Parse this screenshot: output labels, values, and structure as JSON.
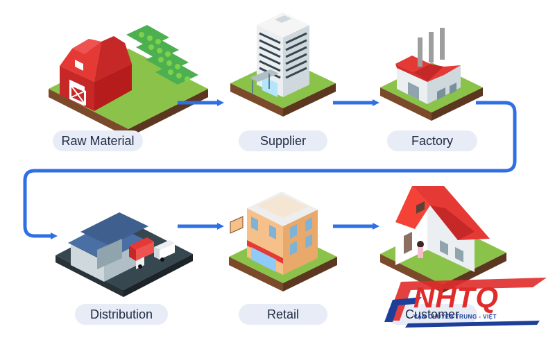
{
  "stages": [
    {
      "label": "Raw Material",
      "icon": "farm-barn-icon"
    },
    {
      "label": "Supplier",
      "icon": "office-building-icon"
    },
    {
      "label": "Factory",
      "icon": "factory-icon"
    },
    {
      "label": "Distribution",
      "icon": "warehouse-trucks-icon"
    },
    {
      "label": "Retail",
      "icon": "retail-store-icon"
    },
    {
      "label": "Customer",
      "icon": "house-icon"
    }
  ],
  "logo": {
    "brand": "NHTQ",
    "tagline": "VẬN CHUYỂN TRUNG - VIỆT"
  },
  "colors": {
    "arrow": "#2f6fe4",
    "label_bg": "#e8ecf7",
    "brand_red": "#e02b2b",
    "brand_blue": "#1d3f9a"
  }
}
